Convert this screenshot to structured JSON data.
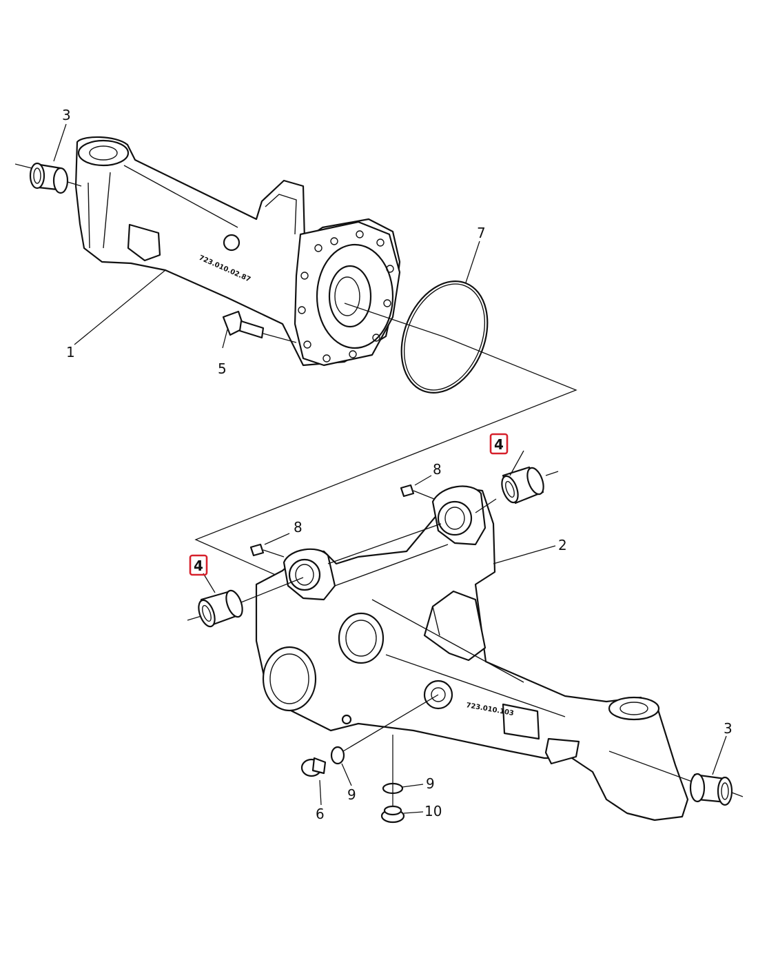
{
  "callouts": {
    "c1": "1",
    "c2": "2",
    "c3a": "3",
    "c3b": "3",
    "c4a": "4",
    "c4b": "4",
    "c5": "5",
    "c6": "6",
    "c7": "7",
    "c8a": "8",
    "c8b": "8",
    "c9a": "9",
    "c9b": "9",
    "c10": "10"
  },
  "stamps": {
    "upper_housing": "723.010.02.87",
    "lower_housing": "723.010.103"
  },
  "colors": {
    "highlight": "#d6202b",
    "line": "#111111"
  }
}
